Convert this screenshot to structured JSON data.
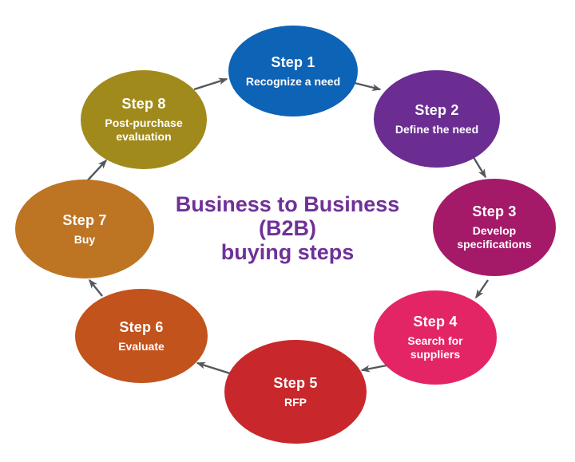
{
  "title": {
    "line1": "Business to Business",
    "line2": "(B2B)",
    "line3": "buying steps",
    "color": "#6f3198"
  },
  "steps": [
    {
      "label": "Step 1",
      "description": "Recognize a need",
      "color": "#0d63b5"
    },
    {
      "label": "Step 2",
      "description": "Define the need",
      "color": "#6b2d92"
    },
    {
      "label": "Step 3",
      "description": "Develop specifications",
      "color": "#a41a68"
    },
    {
      "label": "Step 4",
      "description": "Search for suppliers",
      "color": "#e32566"
    },
    {
      "label": "Step 5",
      "description": "RFP",
      "color": "#c8282c"
    },
    {
      "label": "Step 6",
      "description": "Evaluate",
      "color": "#c2531d"
    },
    {
      "label": "Step 7",
      "description": "Buy",
      "color": "#bd7523"
    },
    {
      "label": "Step 8",
      "description": "Post-purchase evaluation",
      "color": "#a18a1c"
    }
  ],
  "flow": "clockwise cycle: 1→2→3→4→5→6→7→8→1",
  "arrow_color": "#54585c",
  "background_color": "#ffffff",
  "text_color": "#ffffff"
}
